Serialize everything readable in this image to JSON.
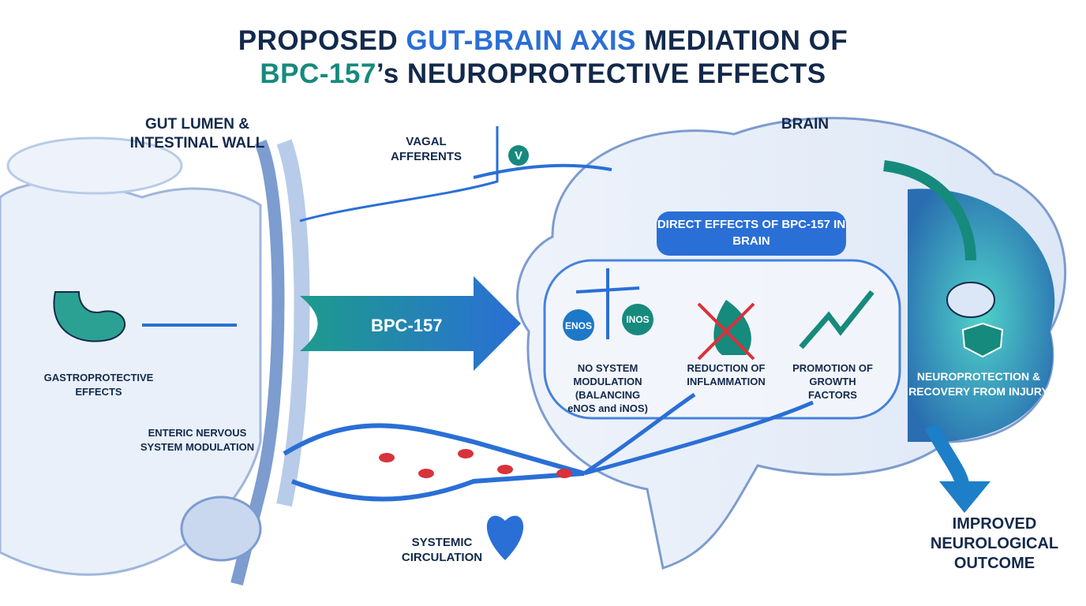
{
  "title": {
    "line1_part1": "PROPOSED ",
    "line1_highlight": "GUT-BRAIN AXIS",
    "line1_part2": " MEDIATION OF",
    "line2_highlight": "BPC-157",
    "line2_part2": "’s NEUROPROTECTIVE EFFECTS"
  },
  "sections": {
    "gut": "GUT LUMEN & INTESTINAL WALL",
    "brain": "BRAIN"
  },
  "labels": {
    "vagal": "VAGAL AFFERENTS",
    "vagal_badge": "V",
    "gastro": "GASTROPROTECTIVE EFFECTS",
    "enteric": "ENTERIC NERVOUS SYSTEM MODULATION",
    "systemic": "SYSTEMIC CIRCULATION",
    "bpc_arrow": "BPC-157",
    "direct": "DIRECT EFFECTS OF BPC-157 IN BRAIN",
    "no_system": "NO SYSTEM MODULATION (BALANCING eNOS and iNOS)",
    "enos": "eNOS",
    "inos": "iNOS",
    "inflammation": "REDUCTION OF INFLAMMATION",
    "growth": "PROMOTION OF GROWTH FACTORS",
    "neuroprotection": "NEUROPROTECTION & RECOVERY FROM INJURY",
    "outcome": "IMPROVED NEUROLOGICAL OUTCOME"
  },
  "colors": {
    "navy": "#13294b",
    "blue": "#2a6fd6",
    "teal": "#168a7d",
    "red": "#d8323a"
  }
}
